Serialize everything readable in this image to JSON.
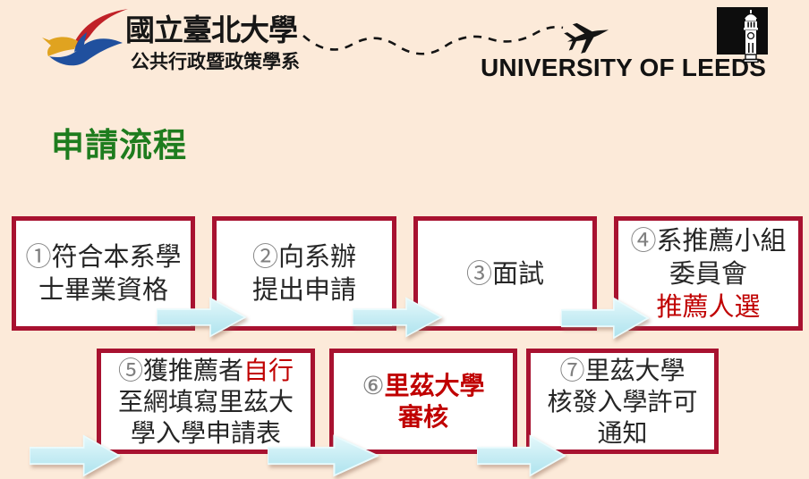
{
  "header": {
    "ntpu": {
      "title": "國立臺北大學",
      "subtitle": "公共行政暨政策學系",
      "logo_icon": "ntpu-bird-logo",
      "logo_colors": {
        "red": "#c02128",
        "blue": "#20509e",
        "yellow": "#e0a320"
      }
    },
    "flight": {
      "icon": "airplane-icon",
      "line_style": "dashed",
      "line_color": "#141414"
    },
    "leeds": {
      "wordmark": "UNIVERSITY OF LEEDS",
      "logo_icon": "leeds-clock-tower-logo",
      "logo_color": "#0d0d0d"
    }
  },
  "heading": {
    "text": "申請流程",
    "color": "#1e7c1e"
  },
  "flow": {
    "box_border_color": "#a81230",
    "box_background": "#ffffff",
    "text_color": "#262626",
    "accent_red": "#c00000",
    "number_gray": "#808080",
    "arrow_fill": "#c8edf4",
    "background": "#fcead9",
    "boxes": [
      {
        "name": "step-1",
        "lines": [
          [
            {
              "t": "①",
              "s": "num"
            },
            {
              "t": "符合本系學",
              "s": "plain"
            }
          ],
          [
            {
              "t": "士畢業資格",
              "s": "plain"
            }
          ]
        ]
      },
      {
        "name": "step-2",
        "lines": [
          [
            {
              "t": "②",
              "s": "num"
            },
            {
              "t": "向系辦",
              "s": "plain"
            }
          ],
          [
            {
              "t": "提出申請",
              "s": "plain"
            }
          ]
        ]
      },
      {
        "name": "step-3",
        "lines": [
          [
            {
              "t": "③",
              "s": "num"
            },
            {
              "t": "面試",
              "s": "plain"
            }
          ]
        ]
      },
      {
        "name": "step-4",
        "lines": [
          [
            {
              "t": "④",
              "s": "num"
            },
            {
              "t": "系推薦小組",
              "s": "plain"
            }
          ],
          [
            {
              "t": "委員會",
              "s": "plain"
            }
          ],
          [
            {
              "t": "推薦人選",
              "s": "red"
            }
          ]
        ]
      },
      {
        "name": "step-5",
        "lines": [
          [
            {
              "t": "⑤",
              "s": "num"
            },
            {
              "t": "獲推薦者",
              "s": "plain"
            },
            {
              "t": "自行",
              "s": "red"
            }
          ],
          [
            {
              "t": "至網填寫里茲大",
              "s": "plain"
            }
          ],
          [
            {
              "t": "學入學申請表",
              "s": "plain"
            }
          ]
        ]
      },
      {
        "name": "step-6",
        "lines": [
          [
            {
              "t": "⑥",
              "s": "num"
            },
            {
              "t": "里茲大學",
              "s": "redbold"
            }
          ],
          [
            {
              "t": "審核",
              "s": "redbold"
            }
          ]
        ]
      },
      {
        "name": "step-7",
        "lines": [
          [
            {
              "t": "⑦",
              "s": "num"
            },
            {
              "t": "里茲大學",
              "s": "plain"
            }
          ],
          [
            {
              "t": "核發入學許可",
              "s": "plain"
            }
          ],
          [
            {
              "t": "通知",
              "s": "plain"
            }
          ]
        ]
      }
    ]
  }
}
